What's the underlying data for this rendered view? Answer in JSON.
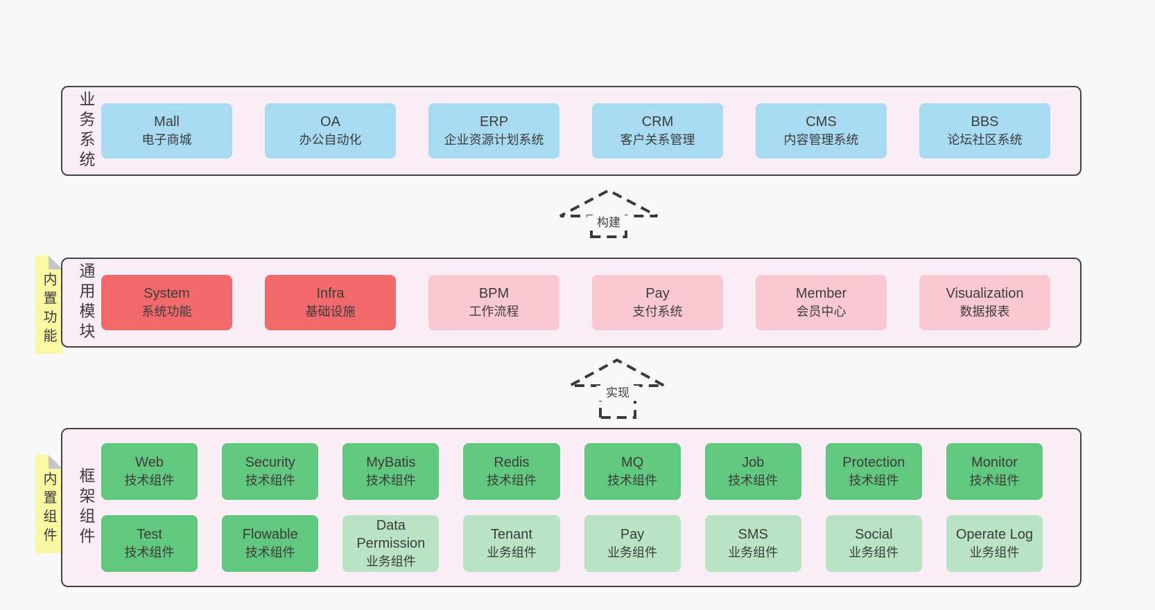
{
  "diagram": {
    "background": "#f8f8f8",
    "panel_fill": "#f9edf6",
    "panel_border": "#424242",
    "text_color": "#3c3c3c",
    "accent_colors": {
      "blue": "#a8dbf2",
      "red": "#f2696c",
      "pink": "#f9c8d2",
      "green": "#62c77f",
      "light_green": "#b9e3c4",
      "sticky_yellow": "#fbf8a3",
      "sticky_fold_gray": "#c6c6c6",
      "arrow_dash": "#3a3a3a"
    }
  },
  "arrows": [
    {
      "label": "构建"
    },
    {
      "label": "实现"
    }
  ],
  "stickies": [
    {
      "label": "内置功能"
    },
    {
      "label": "内置组件"
    }
  ],
  "panels": [
    {
      "label": "业务系统",
      "rows": [
        [
          {
            "title": "Mall",
            "subtitle": "电子商城",
            "variant": "blue"
          },
          {
            "title": "OA",
            "subtitle": "办公自动化",
            "variant": "blue"
          },
          {
            "title": "ERP",
            "subtitle": "企业资源计划系统",
            "variant": "blue"
          },
          {
            "title": "CRM",
            "subtitle": "客户关系管理",
            "variant": "blue"
          },
          {
            "title": "CMS",
            "subtitle": "内容管理系统",
            "variant": "blue"
          },
          {
            "title": "BBS",
            "subtitle": "论坛社区系统",
            "variant": "blue"
          }
        ]
      ]
    },
    {
      "label": "通用模块",
      "rows": [
        [
          {
            "title": "System",
            "subtitle": "系统功能",
            "variant": "red"
          },
          {
            "title": "Infra",
            "subtitle": "基础设施",
            "variant": "red"
          },
          {
            "title": "BPM",
            "subtitle": "工作流程",
            "variant": "pink"
          },
          {
            "title": "Pay",
            "subtitle": "支付系统",
            "variant": "pink"
          },
          {
            "title": "Member",
            "subtitle": "会员中心",
            "variant": "pink"
          },
          {
            "title": "Visualization",
            "subtitle": "数据报表",
            "variant": "pink"
          }
        ]
      ]
    },
    {
      "label": "框架组件",
      "rows": [
        [
          {
            "title": "Web",
            "subtitle": "技术组件",
            "variant": "green"
          },
          {
            "title": "Security",
            "subtitle": "技术组件",
            "variant": "green"
          },
          {
            "title": "MyBatis",
            "subtitle": "技术组件",
            "variant": "green"
          },
          {
            "title": "Redis",
            "subtitle": "技术组件",
            "variant": "green"
          },
          {
            "title": "MQ",
            "subtitle": "技术组件",
            "variant": "green"
          },
          {
            "title": "Job",
            "subtitle": "技术组件",
            "variant": "green"
          },
          {
            "title": "Protection",
            "subtitle": "技术组件",
            "variant": "green"
          },
          {
            "title": "Monitor",
            "subtitle": "技术组件",
            "variant": "green"
          }
        ],
        [
          {
            "title": "Test",
            "subtitle": "技术组件",
            "variant": "green"
          },
          {
            "title": "Flowable",
            "subtitle": "技术组件",
            "variant": "green"
          },
          {
            "title": "Data Permission",
            "subtitle": "业务组件",
            "variant": "light_green"
          },
          {
            "title": "Tenant",
            "subtitle": "业务组件",
            "variant": "light_green"
          },
          {
            "title": "Pay",
            "subtitle": "业务组件",
            "variant": "light_green"
          },
          {
            "title": "SMS",
            "subtitle": "业务组件",
            "variant": "light_green"
          },
          {
            "title": "Social",
            "subtitle": "业务组件",
            "variant": "light_green"
          },
          {
            "title": "Operate Log",
            "subtitle": "业务组件",
            "variant": "light_green"
          }
        ]
      ]
    }
  ]
}
